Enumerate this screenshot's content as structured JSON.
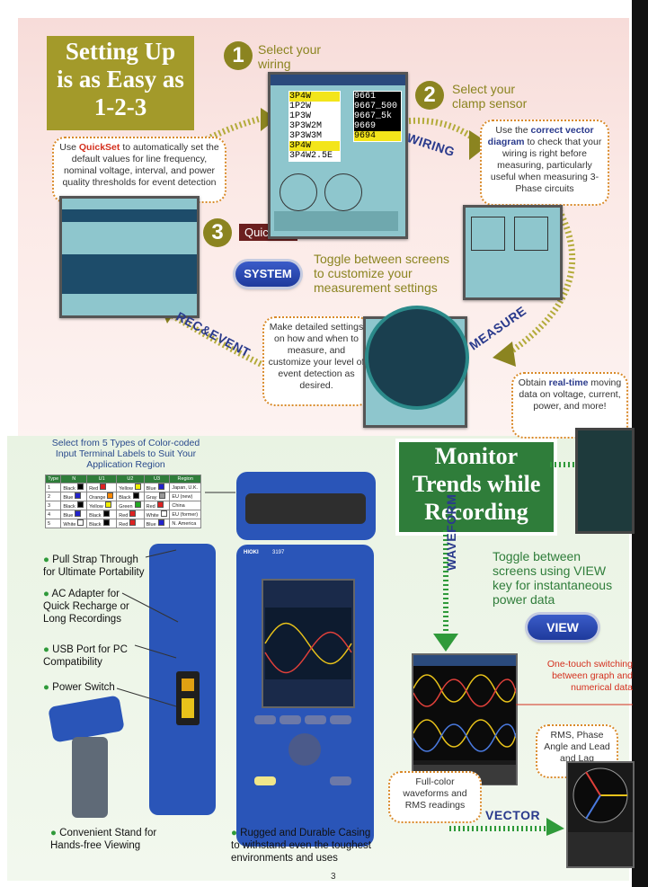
{
  "title": {
    "line1": "Setting Up",
    "line2": "is as Easy as",
    "line3": "1-2-3"
  },
  "steps": [
    {
      "num": "1",
      "label_line1": "Select your",
      "label_line2": "wiring"
    },
    {
      "num": "2",
      "label_line1": "Select your",
      "label_line2": "clamp sensor"
    },
    {
      "num": "3",
      "label": "QuickSet"
    }
  ],
  "quickset_bubble": {
    "pre": "Use ",
    "bold": "QuickSet",
    "post": " to automatically set the default values for line frequency, nominal voltage, interval, and power quality thresholds for event detection"
  },
  "vector_bubble": {
    "pre": "Use the ",
    "bold": "correct vector diagram",
    "post": " to check that your wiring is right before measuring, particularly useful when measuring 3-Phase circuits"
  },
  "detail_bubble": "Make detailed settings on how and when to measure, and customize your level of event detection as desired.",
  "realtime_bubble": {
    "pre": "Obtain ",
    "bold": "real-time",
    "post": " moving data on voltage, current, power, and more!"
  },
  "arrows": {
    "wiring": "WIRING",
    "measure": "MEASURE",
    "rec_event": "REC&EVENT",
    "waveform": "WAVEFORM",
    "vector": "VECTOR"
  },
  "system": {
    "button": "SYSTEM",
    "text_line1": "Toggle between screens",
    "text_line2": "to customize your",
    "text_line3": "measurement settings"
  },
  "wiring_menu": [
    "3P4W",
    "1P2W",
    "1P3W",
    "3P3W2M",
    "3P3W3M",
    "3P4W",
    "3P4W2.5E"
  ],
  "sensor_menu": [
    "9661",
    "9667_500",
    "9667_5k",
    "9669",
    "9694"
  ],
  "monitor": {
    "line1": "Monitor",
    "line2": "Trends while",
    "line3": "Recording"
  },
  "view": {
    "button": "VIEW",
    "text_line1": "Toggle between",
    "text_line2": "screens using VIEW",
    "text_line3": "key for instantaneous",
    "text_line4": "power data"
  },
  "onetouch": "One-touch switching between graph and numerical data",
  "rms_bubble": "RMS, Phase Angle and Lead and Lag",
  "fullcolor_bubble": "Full-color waveforms and RMS readings",
  "color_codes": {
    "title_line1": "Select from 5 Types of Color-coded",
    "title_line2": "Input Terminal Labels to Suit Your",
    "title_line3": "Application Region",
    "headers": [
      "Type",
      "N",
      "U1",
      "U2",
      "U3",
      "Region"
    ],
    "rows": [
      {
        "type": "1",
        "n": "Black",
        "u1": "Red",
        "u2": "Yellow",
        "u3": "Blue",
        "region": "Japan, U.K.",
        "c": [
          "#000",
          "#d22",
          "#ee0",
          "#22c"
        ]
      },
      {
        "type": "2",
        "n": "Blue",
        "u1": "Orange",
        "u2": "Black",
        "u3": "Gray",
        "region": "EU (new)",
        "c": [
          "#22c",
          "#f80",
          "#000",
          "#999"
        ]
      },
      {
        "type": "3",
        "n": "Black",
        "u1": "Yellow",
        "u2": "Green",
        "u3": "Red",
        "region": "China",
        "c": [
          "#000",
          "#ee0",
          "#2a2",
          "#d22"
        ]
      },
      {
        "type": "4",
        "n": "Blue",
        "u1": "Black",
        "u2": "Red",
        "u3": "White",
        "region": "EU (former)",
        "c": [
          "#22c",
          "#000",
          "#d22",
          "#fff"
        ]
      },
      {
        "type": "5",
        "n": "White",
        "u1": "Black",
        "u2": "Red",
        "u3": "Blue",
        "region": "N. America",
        "c": [
          "#fff",
          "#000",
          "#d22",
          "#22c"
        ]
      }
    ]
  },
  "features": [
    {
      "line1": "Pull Strap Through",
      "line2": "for Ultimate Portability"
    },
    {
      "line1": "AC Adapter for",
      "line2": "Quick Recharge or",
      "line3": "Long Recordings"
    },
    {
      "line1": "USB Port for PC",
      "line2": "Compatibility"
    },
    {
      "line1": "Power Switch"
    }
  ],
  "stand": {
    "line1": "Convenient Stand for",
    "line2": "Hands-free Viewing"
  },
  "casing": {
    "line1": "Rugged and Durable Casing",
    "line2": "to withstand even the toughest",
    "line3": "environments and uses"
  },
  "brand": "HIOKI",
  "model": "3197",
  "page_number": "3",
  "colors": {
    "olive": "#8b8420",
    "green": "#2f7d3a",
    "orange_dots": "#d98a2a",
    "navy": "#2a3a8c"
  }
}
